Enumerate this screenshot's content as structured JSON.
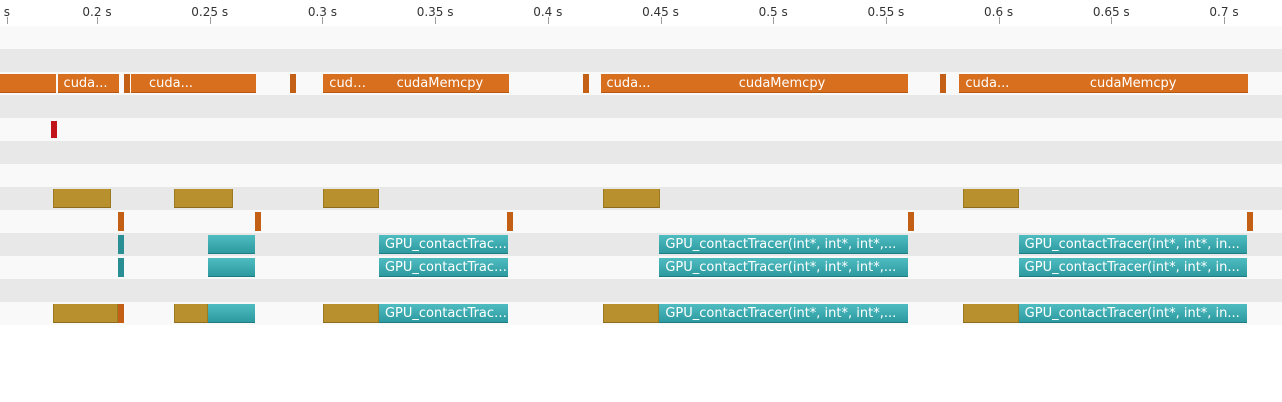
{
  "colors": {
    "row_light": "#f9f9f9",
    "row_dark": "#e8e8e8",
    "memcpy": "#d86f1e",
    "memcpy_edge": "#c46015",
    "api": "#b8902e",
    "kernel": "#2c9aa0",
    "marker": "#c0141a"
  },
  "ruler": {
    "unit": "s",
    "ticks": [
      {
        "label": "s",
        "value": 0.16
      },
      {
        "label": "0.2 s",
        "value": 0.2
      },
      {
        "label": "0.25 s",
        "value": 0.25
      },
      {
        "label": "0.3 s",
        "value": 0.3
      },
      {
        "label": "0.35 s",
        "value": 0.35
      },
      {
        "label": "0.4 s",
        "value": 0.4
      },
      {
        "label": "0.45 s",
        "value": 0.45
      },
      {
        "label": "0.5 s",
        "value": 0.5
      },
      {
        "label": "0.55 s",
        "value": 0.55
      },
      {
        "label": "0.6 s",
        "value": 0.6
      },
      {
        "label": "0.65 s",
        "value": 0.65
      },
      {
        "label": "0.7 s",
        "value": 0.7
      }
    ]
  },
  "rows": [
    {
      "id": "row-1",
      "bars": []
    },
    {
      "id": "row-2",
      "bars": []
    },
    {
      "id": "row-memcpy",
      "bars": [
        {
          "kind": "orange",
          "start": 0.1555,
          "end": 0.1818,
          "label": ""
        },
        {
          "kind": "orange",
          "start": 0.1825,
          "end": 0.2097,
          "label": "cuda..."
        },
        {
          "kind": "thin-orange",
          "start": 0.212,
          "end": 0.2126,
          "label": ""
        },
        {
          "kind": "orange",
          "start": 0.2153,
          "end": 0.2204,
          "label": ""
        },
        {
          "kind": "orange",
          "start": 0.2204,
          "end": 0.2705,
          "label": "cuda..."
        },
        {
          "kind": "thin-orange",
          "start": 0.2858,
          "end": 0.2864,
          "label": ""
        },
        {
          "kind": "orange",
          "start": 0.3004,
          "end": 0.3215,
          "label": "cuda..."
        },
        {
          "kind": "orange",
          "start": 0.3215,
          "end": 0.3828,
          "label": "cudaMemcpy"
        },
        {
          "kind": "thin-orange",
          "start": 0.4158,
          "end": 0.4164,
          "label": ""
        },
        {
          "kind": "orange",
          "start": 0.4234,
          "end": 0.4479,
          "label": "cuda..."
        },
        {
          "kind": "orange",
          "start": 0.4479,
          "end": 0.5599,
          "label": "cudaMemcpy"
        },
        {
          "kind": "thin-orange",
          "start": 0.574,
          "end": 0.5746,
          "label": ""
        },
        {
          "kind": "orange",
          "start": 0.5826,
          "end": 0.6089,
          "label": "cuda..."
        },
        {
          "kind": "orange",
          "start": 0.6089,
          "end": 0.7105,
          "label": "cudaMemcpy"
        }
      ]
    },
    {
      "id": "row-4",
      "bars": []
    },
    {
      "id": "row-marker",
      "bars": [
        {
          "kind": "thin-red",
          "start": 0.1798,
          "end": 0.1807,
          "label": ""
        }
      ]
    },
    {
      "id": "row-6",
      "bars": []
    },
    {
      "id": "row-7",
      "bars": []
    },
    {
      "id": "row-api",
      "bars": [
        {
          "kind": "olive",
          "start": 0.1805,
          "end": 0.2061,
          "label": ""
        },
        {
          "kind": "olive",
          "start": 0.2341,
          "end": 0.2603,
          "label": ""
        },
        {
          "kind": "olive",
          "start": 0.3004,
          "end": 0.3253,
          "label": ""
        },
        {
          "kind": "olive",
          "start": 0.4247,
          "end": 0.4497,
          "label": ""
        },
        {
          "kind": "olive",
          "start": 0.5841,
          "end": 0.6091,
          "label": ""
        }
      ]
    },
    {
      "id": "row-9",
      "bars": [
        {
          "kind": "thin-orange",
          "start": 0.2092,
          "end": 0.2098,
          "label": ""
        },
        {
          "kind": "thin-orange",
          "start": 0.27,
          "end": 0.2706,
          "label": ""
        },
        {
          "kind": "thin-orange",
          "start": 0.3821,
          "end": 0.3827,
          "label": ""
        },
        {
          "kind": "thin-orange",
          "start": 0.5597,
          "end": 0.5603,
          "label": ""
        },
        {
          "kind": "thin-orange",
          "start": 0.7104,
          "end": 0.711,
          "label": ""
        }
      ]
    },
    {
      "id": "row-kernel-a",
      "bars": [
        {
          "kind": "thin-teal",
          "start": 0.2092,
          "end": 0.2097,
          "label": ""
        },
        {
          "kind": "teal",
          "start": 0.2494,
          "end": 0.2701,
          "label": ""
        },
        {
          "kind": "teal",
          "start": 0.3251,
          "end": 0.3824,
          "label": "GPU_contactTrace..."
        },
        {
          "kind": "teal",
          "start": 0.4495,
          "end": 0.5597,
          "label": "GPU_contactTracer(int*, int*, int*,..."
        },
        {
          "kind": "teal",
          "start": 0.6089,
          "end": 0.7102,
          "label": "GPU_contactTracer(int*, int*, in..."
        }
      ]
    },
    {
      "id": "row-kernel-b",
      "bars": [
        {
          "kind": "thin-teal",
          "start": 0.2092,
          "end": 0.2097,
          "label": ""
        },
        {
          "kind": "teal",
          "start": 0.2494,
          "end": 0.2701,
          "label": ""
        },
        {
          "kind": "teal",
          "start": 0.3251,
          "end": 0.3824,
          "label": "GPU_contactTrace..."
        },
        {
          "kind": "teal",
          "start": 0.4495,
          "end": 0.5597,
          "label": "GPU_contactTracer(int*, int*, int*,..."
        },
        {
          "kind": "teal",
          "start": 0.6089,
          "end": 0.7102,
          "label": "GPU_contactTracer(int*, int*, in..."
        }
      ]
    },
    {
      "id": "row-12",
      "bars": []
    },
    {
      "id": "row-combined",
      "bars": [
        {
          "kind": "olive",
          "start": 0.1805,
          "end": 0.2092,
          "label": ""
        },
        {
          "kind": "thin-orange",
          "start": 0.2092,
          "end": 0.2098,
          "label": ""
        },
        {
          "kind": "olive",
          "start": 0.2341,
          "end": 0.2494,
          "label": ""
        },
        {
          "kind": "teal",
          "start": 0.2494,
          "end": 0.2701,
          "label": ""
        },
        {
          "kind": "olive",
          "start": 0.3004,
          "end": 0.3251,
          "label": ""
        },
        {
          "kind": "teal",
          "start": 0.3251,
          "end": 0.3824,
          "label": "GPU_contactTrace..."
        },
        {
          "kind": "olive",
          "start": 0.4247,
          "end": 0.4495,
          "label": ""
        },
        {
          "kind": "teal",
          "start": 0.4495,
          "end": 0.5597,
          "label": "GPU_contactTracer(int*, int*, int*,..."
        },
        {
          "kind": "olive",
          "start": 0.5841,
          "end": 0.6089,
          "label": ""
        },
        {
          "kind": "teal",
          "start": 0.6089,
          "end": 0.7102,
          "label": "GPU_contactTracer(int*, int*, in..."
        }
      ]
    }
  ]
}
